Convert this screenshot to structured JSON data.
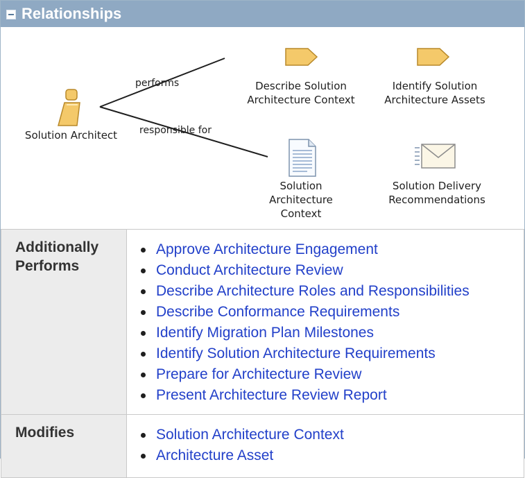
{
  "header": {
    "title": "Relationships"
  },
  "diagram": {
    "role": {
      "label": "Solution Architect",
      "icon": "role-person-icon"
    },
    "edges": [
      {
        "label": "performs"
      },
      {
        "label": "responsible for"
      }
    ],
    "tasks": [
      {
        "label": "Describe Solution Architecture Context",
        "icon": "task-arrow-icon"
      },
      {
        "label": "Identify Solution Architecture Assets",
        "icon": "task-arrow-icon"
      }
    ],
    "artifacts": [
      {
        "label": "Solution Architecture Context",
        "icon": "document-icon"
      },
      {
        "label": "Solution Delivery Recommendations",
        "icon": "envelope-icon"
      }
    ]
  },
  "sections": [
    {
      "label": "Additionally Performs",
      "items": [
        "Approve Architecture Engagement",
        "Conduct Architecture Review",
        "Describe Architecture Roles and Responsibilities",
        "Describe Conformance Requirements",
        "Identify Migration Plan Milestones",
        "Identify Solution Architecture Requirements",
        "Prepare for Architecture Review",
        "Present Architecture Review Report"
      ]
    },
    {
      "label": "Modifies",
      "items": [
        "Solution Architecture Context",
        "Architecture Asset"
      ]
    }
  ],
  "colors": {
    "header_bg": "#8fa9c3",
    "link": "#2240c9",
    "label_bg": "#ececec",
    "icon_fill": "#f4c96a",
    "icon_stroke": "#b8892a"
  }
}
